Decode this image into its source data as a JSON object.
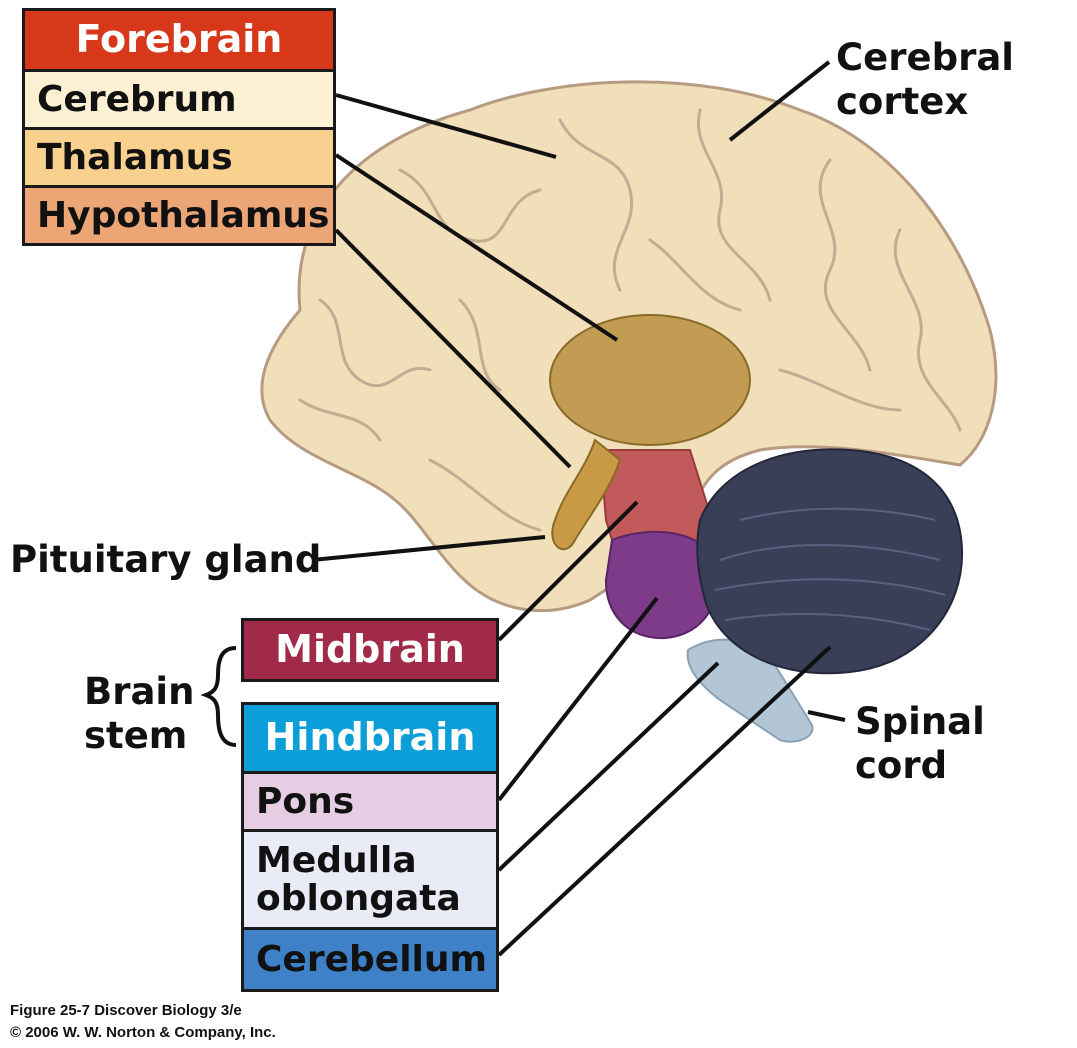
{
  "forebrain": {
    "header": "Forebrain",
    "items": [
      "Cerebrum",
      "Thalamus",
      "Hypothalamus"
    ],
    "colors": {
      "header": "#d7381a",
      "cerebrum": "#fdf0d3",
      "thalamus": "#f8d18e",
      "hypothalamus": "#eca575"
    }
  },
  "labels": {
    "cerebral_cortex": "Cerebral\ncortex",
    "pituitary_gland": "Pituitary gland",
    "brain_stem": "Brain\nstem",
    "spinal_cord": "Spinal cord"
  },
  "midbrain": {
    "header": "Midbrain",
    "color": "#a12a49"
  },
  "hindbrain": {
    "header": "Hindbrain",
    "items": [
      "Pons",
      "Medulla\noblongata",
      "Cerebellum"
    ],
    "colors": {
      "header": "#0b9ed9",
      "pons": "#e5cde4",
      "medulla": "#e9ecf6",
      "cerebellum": "#3f81c8"
    }
  },
  "caption": {
    "line1": "Figure 25-7  Discover Biology 3/e",
    "line2": "© 2006 W. W. Norton & Company, Inc."
  }
}
